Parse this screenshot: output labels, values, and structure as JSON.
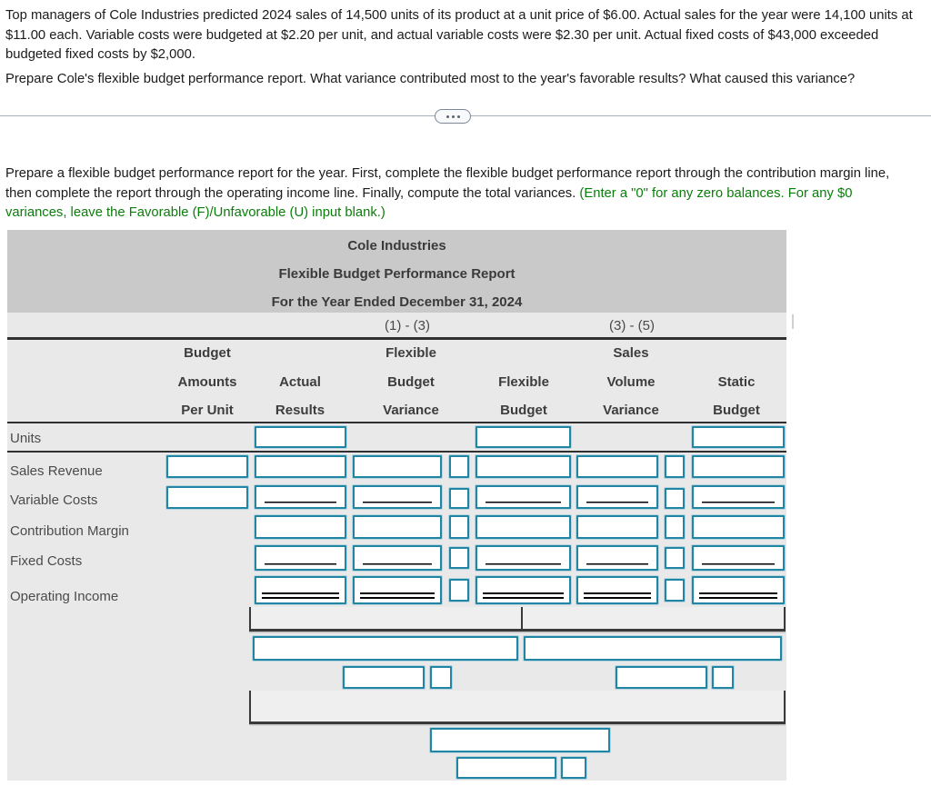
{
  "problem": {
    "paragraph1": "Top managers of Cole Industries predicted 2024 sales of 14,500 units of its product at a unit price of $6.00. Actual sales for the year were 14,100 units at $11.00 each. Variable costs were budgeted at $2.20 per unit, and actual variable costs were $2.30 per unit. Actual fixed costs of $43,000 exceeded budgeted fixed costs by $2,000.",
    "paragraph2": "Prepare Cole's flexible budget performance report. What variance contributed most to the year's favorable results? What caused this variance?"
  },
  "instructions": {
    "main": "Prepare a flexible budget performance report for the year. First, complete the flexible budget performance report through the contribution margin line, then complete the report through the operating income line. Finally, compute the total variances. ",
    "note": "(Enter a \"0\" for any zero balances. For any $0 variances, leave the Favorable (F)/Unfavorable (U) input blank.)"
  },
  "report": {
    "title": "Cole Industries",
    "subtitle": "Flexible Budget Performance Report",
    "period": "For the Year Ended December 31, 2024",
    "formula_left": "(1) - (3)",
    "formula_right": "(3) - (5)",
    "headers": {
      "per_unit": [
        "Budget",
        "Amounts",
        "Per Unit"
      ],
      "actual": [
        "Actual",
        "Results"
      ],
      "flex_variance": [
        "Flexible",
        "Budget",
        "Variance"
      ],
      "flexible": [
        "Flexible",
        "Budget"
      ],
      "volume_variance": [
        "Sales",
        "Volume",
        "Variance"
      ],
      "static": [
        "Static",
        "Budget"
      ]
    },
    "row_labels": [
      "Units",
      "Sales Revenue",
      "Variable Costs",
      "Contribution Margin",
      "Fixed Costs",
      "Operating Income"
    ]
  },
  "expand_toggle": {
    "icon": "ellipsis-icon"
  },
  "colors": {
    "input_border_teal": "#2185a4",
    "note_green": "#0a7e0a",
    "report_title_bg": "#c9c9c9",
    "report_body_bg": "#e9e9e9",
    "rule_dark": "#303030"
  }
}
